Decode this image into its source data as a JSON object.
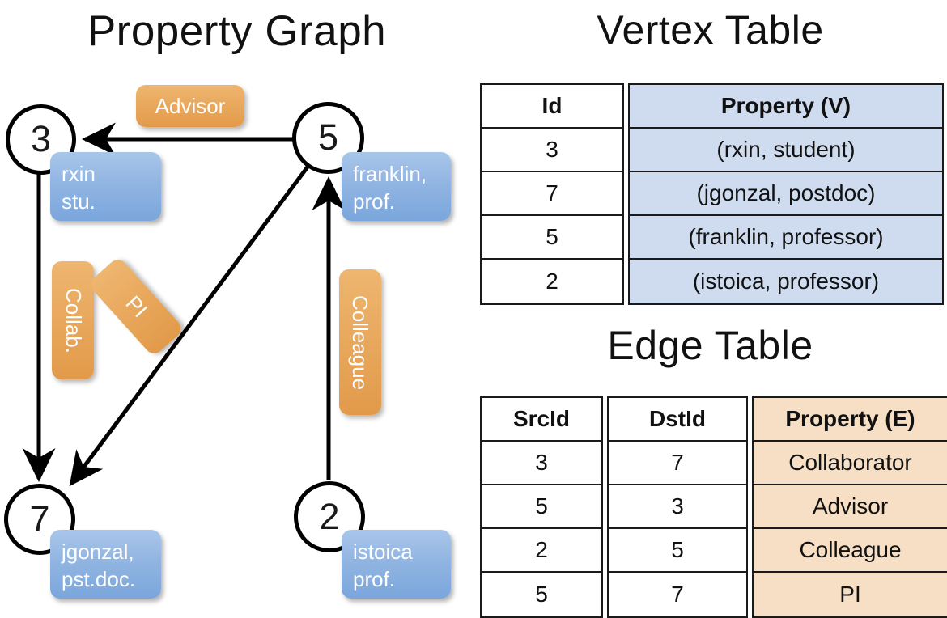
{
  "titles": {
    "property_graph": "Property Graph",
    "vertex_table": "Vertex Table",
    "edge_table": "Edge Table"
  },
  "graph": {
    "nodes": [
      {
        "id": "3",
        "label": "3",
        "property": "rxin\nstu."
      },
      {
        "id": "5",
        "label": "5",
        "property": "franklin,\nprof."
      },
      {
        "id": "7",
        "label": "7",
        "property": "jgonzal,\npst.doc."
      },
      {
        "id": "2",
        "label": "2",
        "property": "istoica\nprof."
      }
    ],
    "node_properties": {
      "n3_line1": "rxin",
      "n3_line2": "stu.",
      "n5_line1": "franklin,",
      "n5_line2": "prof.",
      "n7_line1": "jgonzal,",
      "n7_line2": "pst.doc.",
      "n2_line1": "istoica",
      "n2_line2": "prof."
    },
    "edge_labels": {
      "advisor": "Advisor",
      "collab": "Collab.",
      "pi": "PI",
      "colleague": "Colleague"
    },
    "edges": [
      {
        "from": "5",
        "to": "3",
        "label": "Advisor"
      },
      {
        "from": "3",
        "to": "7",
        "label": "Collab."
      },
      {
        "from": "5",
        "to": "7",
        "label": "PI"
      },
      {
        "from": "2",
        "to": "5",
        "label": "Colleague"
      }
    ]
  },
  "vertex_table": {
    "headers": [
      "Id",
      "Property (V)"
    ],
    "rows": [
      {
        "id": "3",
        "property": "(rxin, student)"
      },
      {
        "id": "7",
        "property": "(jgonzal, postdoc)"
      },
      {
        "id": "5",
        "property": "(franklin, professor)"
      },
      {
        "id": "2",
        "property": "(istoica, professor)"
      }
    ]
  },
  "edge_table": {
    "headers": [
      "SrcId",
      "DstId",
      "Property (E)"
    ],
    "rows": [
      {
        "src": "3",
        "dst": "7",
        "property": "Collaborator"
      },
      {
        "src": "5",
        "dst": "3",
        "property": "Advisor"
      },
      {
        "src": "2",
        "dst": "5",
        "property": "Colleague"
      },
      {
        "src": "5",
        "dst": "7",
        "property": "PI"
      }
    ]
  },
  "colors": {
    "vertex_property_fill": "#cfdcef",
    "edge_property_fill": "#f6dfc4",
    "node_callout_blue": "#7aa6dc",
    "edge_callout_orange": "#e9a95e",
    "stroke": "#000000",
    "background": "#ffffff"
  }
}
